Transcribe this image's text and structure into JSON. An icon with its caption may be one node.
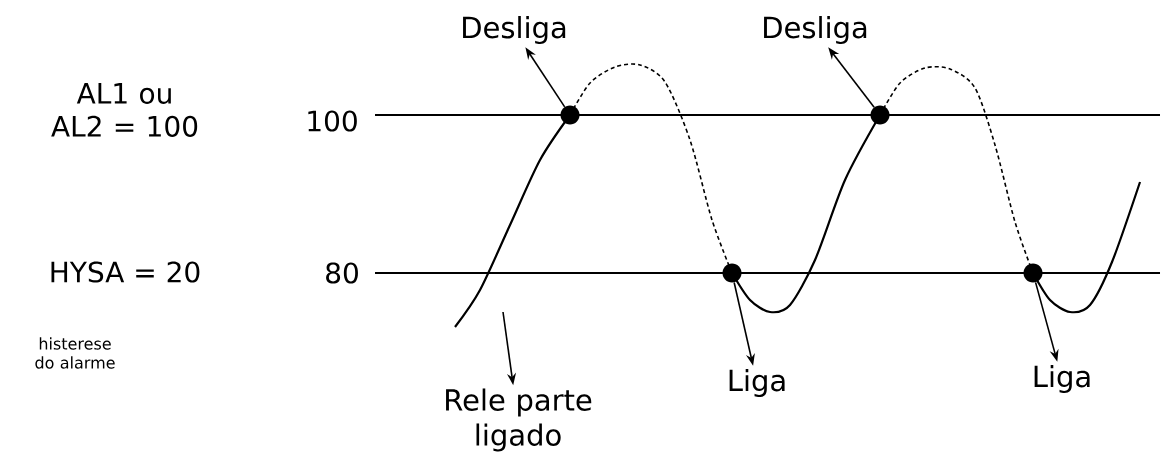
{
  "diagram": {
    "nodes": [
      {
        "text": [
          "Desliga"
        ]
      },
      {
        "text": [
          "Desliga"
        ]
      },
      {
        "text": [],
        "shape": "circle"
      },
      {
        "text": [],
        "shape": "circle"
      },
      {
        "text": [],
        "shape": "circle"
      },
      {
        "text": [],
        "shape": "circle"
      },
      {
        "text": [
          "Liga"
        ]
      },
      {
        "text": [
          "Liga"
        ]
      },
      {
        "text": [
          "Rele parte ligado"
        ]
      }
    ],
    "edges": [
      {
        "from": 2,
        "to": 0,
        "arrow": "to"
      },
      {
        "from": 3,
        "to": 1,
        "arrow": "to"
      },
      {
        "from": 4,
        "to": 6,
        "arrow": "to"
      },
      {
        "from": 5,
        "to": 7,
        "arrow": "to"
      },
      {
        "from": null,
        "to": 8,
        "arrow": "to"
      }
    ],
    "labels": [
      "AL1 ou AL2 = 100",
      "100",
      "HYSA = 20",
      "80",
      "histerese do alarme"
    ]
  }
}
